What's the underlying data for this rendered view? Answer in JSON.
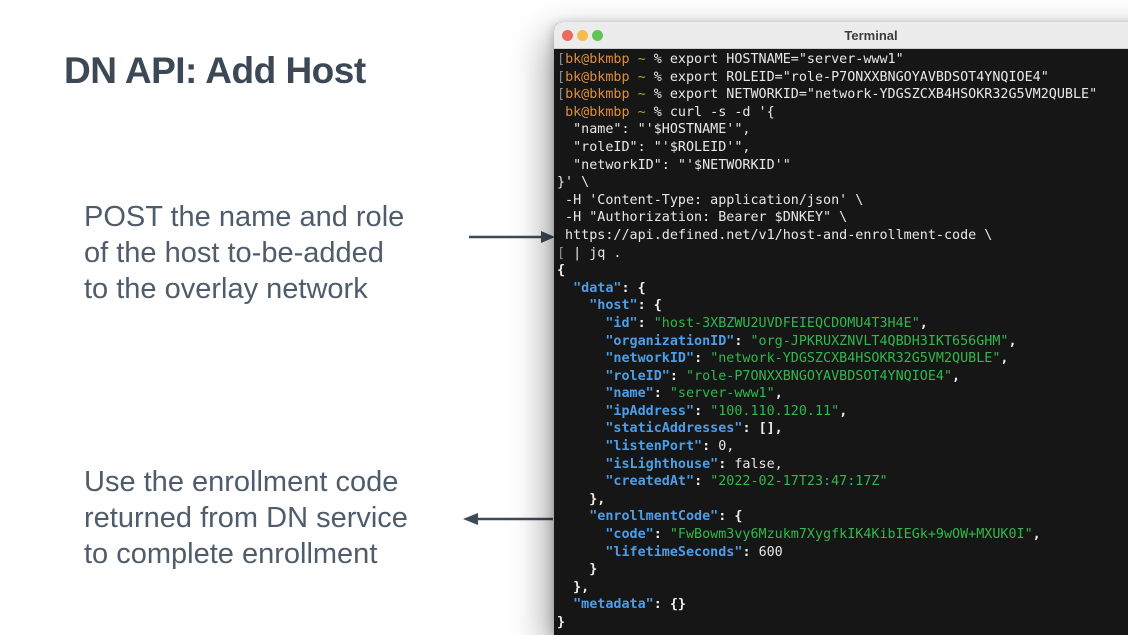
{
  "slide": {
    "title": "DN API: Add Host",
    "annotations": [
      {
        "arrow": "right",
        "lines": [
          "POST the name and role",
          "of the host to-be-added",
          "to the overlay network"
        ]
      },
      {
        "arrow": "left",
        "lines": [
          "Use the enrollment code",
          "returned from DN service",
          "to complete enrollment"
        ]
      }
    ],
    "colors": {
      "title_text": "#3d4856",
      "annotation_text": "#4e5c6b",
      "arrow": "#3f4a57",
      "background": "#ffffff"
    }
  },
  "terminal": {
    "title": "Terminal",
    "traffic_light_colors": {
      "close": "#ed6a5e",
      "minimize": "#f5bd4f",
      "zoom": "#61c454"
    },
    "colors": {
      "background": "#161616",
      "titlebar": "#ececec",
      "default_text": "#e8e8e6",
      "prompt_orange": "#dd8f3d",
      "tilde_yellow": "#b3a32b",
      "dim_bracket": "#878e94",
      "json_key_blue": "#4d9ee9",
      "json_string_green": "#30b84b"
    },
    "lines": [
      [
        {
          "t": "[",
          "c": "g"
        },
        {
          "t": "bk@bkmbp",
          "c": "o"
        },
        {
          "t": " ",
          "c": "w"
        },
        {
          "t": "~",
          "c": "y"
        },
        {
          "t": " % export HOSTNAME=\"server-www1\"",
          "c": "w"
        }
      ],
      [
        {
          "t": "[",
          "c": "g"
        },
        {
          "t": "bk@bkmbp",
          "c": "o"
        },
        {
          "t": " ",
          "c": "w"
        },
        {
          "t": "~",
          "c": "y"
        },
        {
          "t": " % export ROLEID=\"role-P7ONXXBNGOYAVBDSOT4YNQIOE4\"",
          "c": "w"
        }
      ],
      [
        {
          "t": "[",
          "c": "g"
        },
        {
          "t": "bk@bkmbp",
          "c": "o"
        },
        {
          "t": " ",
          "c": "w"
        },
        {
          "t": "~",
          "c": "y"
        },
        {
          "t": " % export NETWORKID=\"network-YDGSZCXB4HSOKR32G5VM2QUBLE\"",
          "c": "w"
        }
      ],
      [
        {
          "t": " ",
          "c": "w"
        },
        {
          "t": "bk@bkmbp",
          "c": "o"
        },
        {
          "t": " ",
          "c": "w"
        },
        {
          "t": "~",
          "c": "y"
        },
        {
          "t": " % curl -s -d '{",
          "c": "w"
        }
      ],
      [
        {
          "t": "  \"name\": \"'$HOSTNAME'\",",
          "c": "w"
        }
      ],
      [
        {
          "t": "  \"roleID\": \"'$ROLEID'\",",
          "c": "w"
        }
      ],
      [
        {
          "t": "  \"networkID\": \"'$NETWORKID'\"",
          "c": "w"
        }
      ],
      [
        {
          "t": "}' \\",
          "c": "w"
        }
      ],
      [
        {
          "t": " -H 'Content-Type: application/json' \\",
          "c": "w"
        }
      ],
      [
        {
          "t": " -H \"Authorization: Bearer $DNKEY\" \\",
          "c": "w"
        }
      ],
      [
        {
          "t": " https://api.defined.net/v1/host-and-enrollment-code \\",
          "c": "w"
        }
      ],
      [
        {
          "t": "[",
          "c": "g"
        },
        {
          "t": " | jq .",
          "c": "w"
        }
      ],
      [
        {
          "t": "{",
          "c": "wb"
        }
      ],
      [
        {
          "t": "  ",
          "c": "w"
        },
        {
          "t": "\"data\"",
          "c": "b"
        },
        {
          "t": ": {",
          "c": "wb"
        }
      ],
      [
        {
          "t": "    ",
          "c": "w"
        },
        {
          "t": "\"host\"",
          "c": "b"
        },
        {
          "t": ": {",
          "c": "wb"
        }
      ],
      [
        {
          "t": "      ",
          "c": "w"
        },
        {
          "t": "\"id\"",
          "c": "b"
        },
        {
          "t": ": ",
          "c": "wb"
        },
        {
          "t": "\"host-3XBZWU2UVDFEIEQCDOMU4T3H4E\"",
          "c": "gr"
        },
        {
          "t": ",",
          "c": "wb"
        }
      ],
      [
        {
          "t": "      ",
          "c": "w"
        },
        {
          "t": "\"organizationID\"",
          "c": "b"
        },
        {
          "t": ": ",
          "c": "wb"
        },
        {
          "t": "\"org-JPKRUXZNVLT4QBDH3IKT656GHM\"",
          "c": "gr"
        },
        {
          "t": ",",
          "c": "wb"
        }
      ],
      [
        {
          "t": "      ",
          "c": "w"
        },
        {
          "t": "\"networkID\"",
          "c": "b"
        },
        {
          "t": ": ",
          "c": "wb"
        },
        {
          "t": "\"network-YDGSZCXB4HSOKR32G5VM2QUBLE\"",
          "c": "gr"
        },
        {
          "t": ",",
          "c": "wb"
        }
      ],
      [
        {
          "t": "      ",
          "c": "w"
        },
        {
          "t": "\"roleID\"",
          "c": "b"
        },
        {
          "t": ": ",
          "c": "wb"
        },
        {
          "t": "\"role-P7ONXXBNGOYAVBDSOT4YNQIOE4\"",
          "c": "gr"
        },
        {
          "t": ",",
          "c": "wb"
        }
      ],
      [
        {
          "t": "      ",
          "c": "w"
        },
        {
          "t": "\"name\"",
          "c": "b"
        },
        {
          "t": ": ",
          "c": "wb"
        },
        {
          "t": "\"server-www1\"",
          "c": "gr"
        },
        {
          "t": ",",
          "c": "wb"
        }
      ],
      [
        {
          "t": "      ",
          "c": "w"
        },
        {
          "t": "\"ipAddress\"",
          "c": "b"
        },
        {
          "t": ": ",
          "c": "wb"
        },
        {
          "t": "\"100.110.120.11\"",
          "c": "gr"
        },
        {
          "t": ",",
          "c": "wb"
        }
      ],
      [
        {
          "t": "      ",
          "c": "w"
        },
        {
          "t": "\"staticAddresses\"",
          "c": "b"
        },
        {
          "t": ": ",
          "c": "wb"
        },
        {
          "t": "[],",
          "c": "wb"
        }
      ],
      [
        {
          "t": "      ",
          "c": "w"
        },
        {
          "t": "\"listenPort\"",
          "c": "b"
        },
        {
          "t": ": ",
          "c": "wb"
        },
        {
          "t": "0,",
          "c": "w"
        }
      ],
      [
        {
          "t": "      ",
          "c": "w"
        },
        {
          "t": "\"isLighthouse\"",
          "c": "b"
        },
        {
          "t": ": ",
          "c": "wb"
        },
        {
          "t": "false,",
          "c": "w"
        }
      ],
      [
        {
          "t": "      ",
          "c": "w"
        },
        {
          "t": "\"createdAt\"",
          "c": "b"
        },
        {
          "t": ": ",
          "c": "wb"
        },
        {
          "t": "\"2022-02-17T23:47:17Z\"",
          "c": "gr"
        }
      ],
      [
        {
          "t": "    },",
          "c": "wb"
        }
      ],
      [
        {
          "t": "    ",
          "c": "w"
        },
        {
          "t": "\"enrollmentCode\"",
          "c": "b"
        },
        {
          "t": ": {",
          "c": "wb"
        }
      ],
      [
        {
          "t": "      ",
          "c": "w"
        },
        {
          "t": "\"code\"",
          "c": "b"
        },
        {
          "t": ": ",
          "c": "wb"
        },
        {
          "t": "\"FwBowm3vy6Mzukm7XygfkIK4KibIEGk+9wOW+MXUK0I\"",
          "c": "gr"
        },
        {
          "t": ",",
          "c": "wb"
        }
      ],
      [
        {
          "t": "      ",
          "c": "w"
        },
        {
          "t": "\"lifetimeSeconds\"",
          "c": "b"
        },
        {
          "t": ": ",
          "c": "wb"
        },
        {
          "t": "600",
          "c": "w"
        }
      ],
      [
        {
          "t": "    }",
          "c": "wb"
        }
      ],
      [
        {
          "t": "  },",
          "c": "wb"
        }
      ],
      [
        {
          "t": "  ",
          "c": "w"
        },
        {
          "t": "\"metadata\"",
          "c": "b"
        },
        {
          "t": ": {}",
          "c": "wb"
        }
      ],
      [
        {
          "t": "}",
          "c": "wb"
        }
      ]
    ]
  }
}
